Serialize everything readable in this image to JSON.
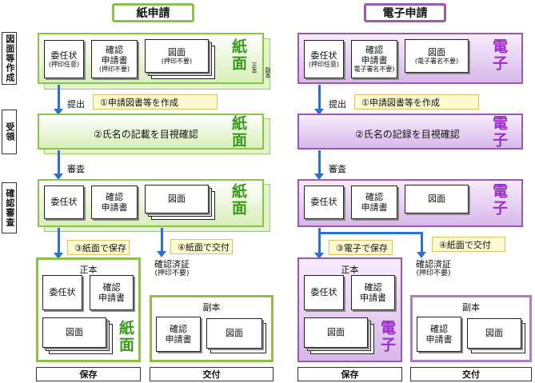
{
  "titles": {
    "paper": "紙申請",
    "electronic": "電子申請"
  },
  "steps": {
    "prep": "図面等作成",
    "receive": "受領",
    "review": "確認審査"
  },
  "docs": {
    "ininjo": "委任状",
    "ininjo_paper_note": "(押印任意)",
    "ininjo_elec_note": "(押印任意)",
    "kakunin_l1": "確認",
    "kakunin_l2": "申請書",
    "kakunin_paper_note": "(押印不要)",
    "kakunin_elec_note": "電子署名不要)",
    "zumen": "図面",
    "zumen_paper_note": "(押印不要)",
    "zumen_elec_note": "(電子署名不要)"
  },
  "media": {
    "paper": "紙面",
    "electronic": "電子"
  },
  "side": {
    "seihon": "正本",
    "fukuhon": "副本"
  },
  "flow": {
    "submit": "提出",
    "step1": "①申請図書等を作成",
    "step2_paper": "②氏名の記載を目視確認",
    "step2_elec": "②氏名の記録を目視確認",
    "audit": "審査",
    "step3_paper": "③紙面で保存",
    "step3_elec": "③電子で保存",
    "step4": "④紙面で交付"
  },
  "cert": {
    "l1": "確認済証",
    "l2": "(押印不要)"
  },
  "boxes": {
    "seihon": "正本",
    "fukuhon": "副本"
  },
  "footer": {
    "save": "保存",
    "deliver": "交付"
  },
  "colors": {
    "paper": "#8bc34a",
    "electronic": "#9b59b6",
    "arrow": "#2f6fd4"
  }
}
